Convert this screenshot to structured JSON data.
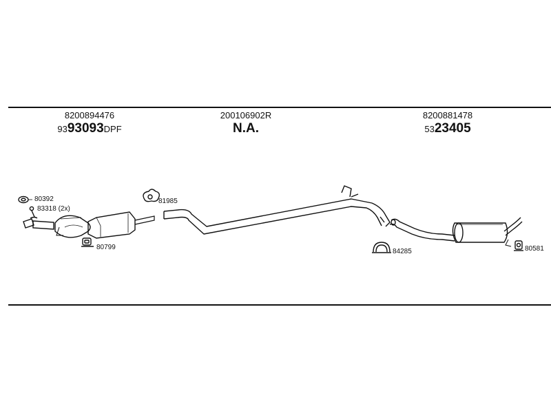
{
  "sections": [
    {
      "ref": "8200894476",
      "prefix": "93",
      "main": "93093",
      "suffix": "DPF"
    },
    {
      "ref": "200106902R",
      "main": "N.A."
    },
    {
      "ref": "8200881478",
      "prefix": "53",
      "main": "23405"
    }
  ],
  "parts": {
    "gasket": "80392",
    "clamp_bolt": "83318 (2x)",
    "mount_front": "80799",
    "ring_mid": "81985",
    "clamp_rear": "84285",
    "mount_rear": "80581"
  }
}
